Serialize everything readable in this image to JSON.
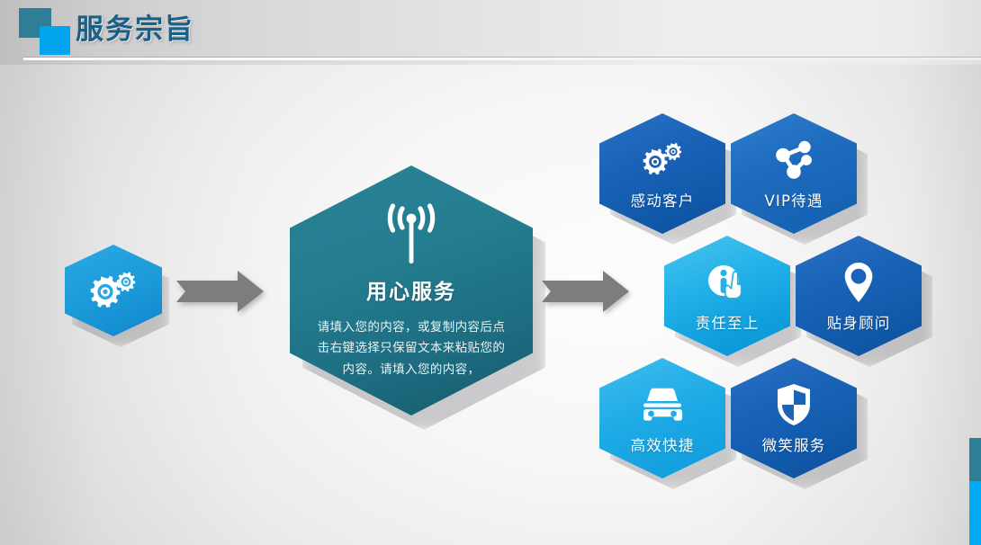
{
  "header": {
    "title": "服务宗旨",
    "square_dark_color": "#2e7e98",
    "square_light_color": "#00a5ee"
  },
  "start_node": {
    "icon": "gears-icon",
    "color": "#1f9ddb"
  },
  "arrows": [
    {
      "name": "arrow-start-to-main",
      "icon": "arrow-right-icon",
      "color": "#7d7d7d"
    },
    {
      "name": "arrow-main-to-cluster",
      "icon": "arrow-right-icon",
      "color": "#7d7d7d"
    }
  ],
  "main_hex": {
    "icon": "broadcast-signal-icon",
    "title": "用心服务",
    "description": "请填入您的内容，或复制内容后点击右键选择只保留文本来粘贴您的内容。请填入您的内容，",
    "color": "#23798d"
  },
  "cluster": {
    "items": [
      {
        "label": "感动客户",
        "icon": "gears-icon",
        "color": "#1a63b8",
        "tone": "blue-d"
      },
      {
        "label": "VIP待遇",
        "icon": "share-nodes-icon",
        "color": "#1f6cbe",
        "tone": "blue-m"
      },
      {
        "label": "责任至上",
        "icon": "info-hand-icon",
        "color": "#23b1e8",
        "tone": "cyan-l"
      },
      {
        "label": "贴身顾问",
        "icon": "map-pin-icon",
        "color": "#1a63b8",
        "tone": "blue-d"
      },
      {
        "label": "高效快捷",
        "icon": "car-front-icon",
        "color": "#1fabe6",
        "tone": "cyan-m"
      },
      {
        "label": "微笑服务",
        "icon": "shield-icon",
        "color": "#1a63b8",
        "tone": "blue-d"
      }
    ]
  },
  "corner_accent": {
    "top_color": "#2e7e98",
    "bottom_color": "#00aaf5"
  }
}
